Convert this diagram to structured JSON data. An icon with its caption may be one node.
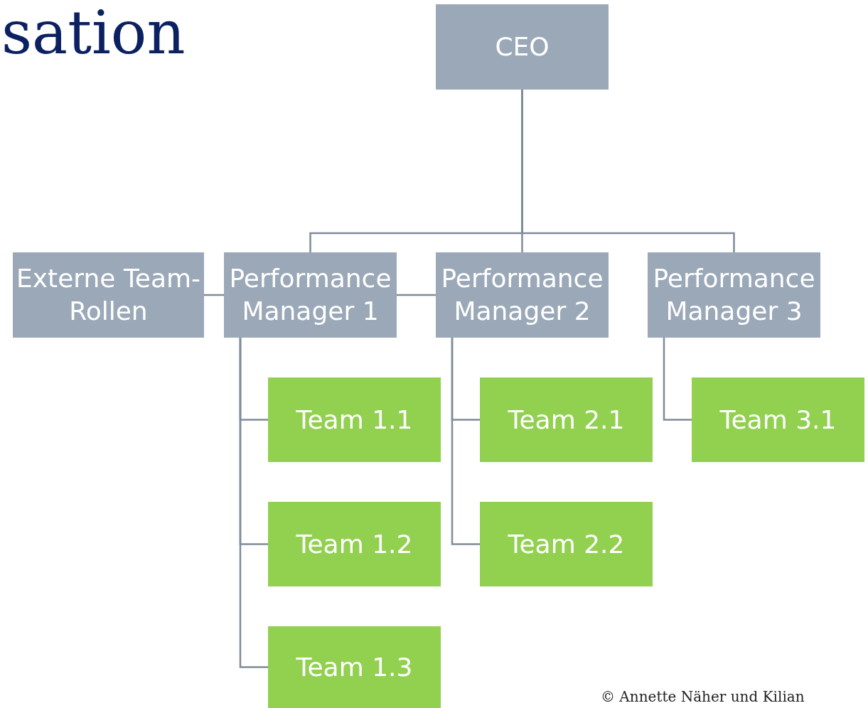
{
  "diagram": {
    "title": "sation",
    "nodes": [
      {
        "text": [
          "CEO"
        ]
      },
      {
        "text": [
          "Externe Team-Rollen"
        ]
      },
      {
        "text": [
          "Performance Manager 1"
        ]
      },
      {
        "text": [
          "Performance Manager 2"
        ]
      },
      {
        "text": [
          "Performance Manager 3"
        ]
      },
      {
        "text": [
          "Team 1.1"
        ]
      },
      {
        "text": [
          "Team 1.2"
        ]
      },
      {
        "text": [
          "Team 1.3"
        ]
      },
      {
        "text": [
          "Team 2.1"
        ]
      },
      {
        "text": [
          "Team 2.2"
        ]
      },
      {
        "text": [
          "Team 3.1"
        ]
      }
    ],
    "edges": [
      {
        "from": 0,
        "to": 2,
        "arrow": "none"
      },
      {
        "from": 0,
        "to": 3,
        "arrow": "none"
      },
      {
        "from": 0,
        "to": 4,
        "arrow": "none"
      },
      {
        "from": 1,
        "to": 2,
        "arrow": "none"
      },
      {
        "from": 2,
        "to": 3,
        "arrow": "none"
      },
      {
        "from": 2,
        "to": 5,
        "arrow": "none"
      },
      {
        "from": 2,
        "to": 6,
        "arrow": "none"
      },
      {
        "from": 2,
        "to": 7,
        "arrow": "none"
      },
      {
        "from": 3,
        "to": 8,
        "arrow": "none"
      },
      {
        "from": 3,
        "to": 9,
        "arrow": "none"
      },
      {
        "from": 4,
        "to": 10,
        "arrow": "none"
      }
    ],
    "labels": [
      "© Annette Näher und Kilian"
    ]
  }
}
